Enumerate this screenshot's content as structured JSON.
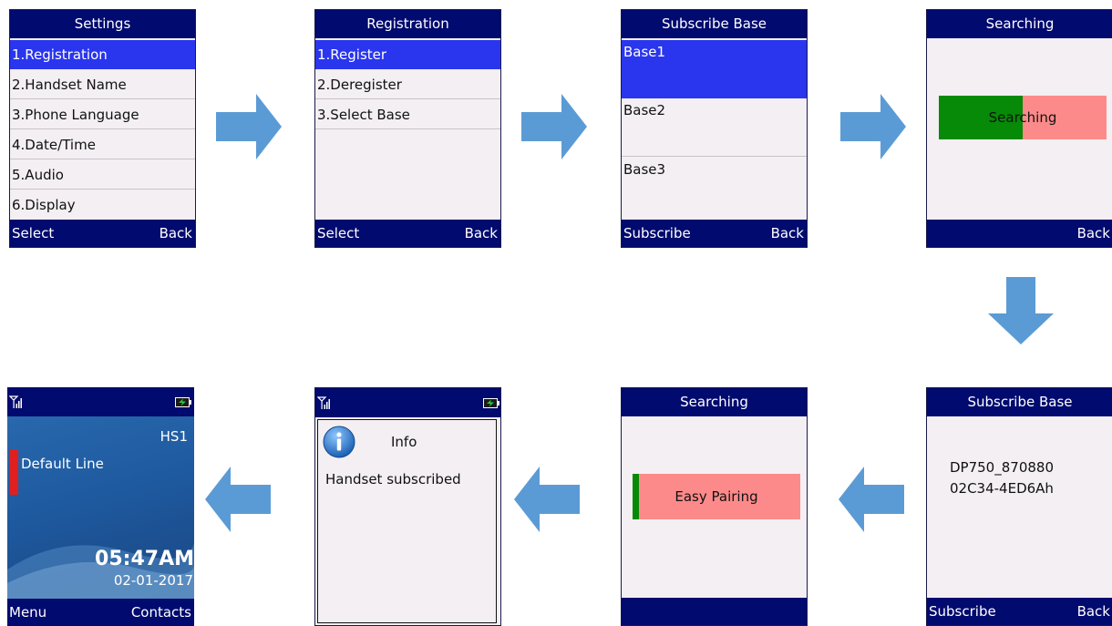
{
  "screens": {
    "settings": {
      "title": "Settings",
      "items": [
        "1.Registration",
        "2.Handset Name",
        "3.Phone Language",
        "4.Date/Time",
        "5.Audio",
        "6.Display"
      ],
      "soft_left": "Select",
      "soft_right": "Back"
    },
    "registration": {
      "title": "Registration",
      "items": [
        "1.Register",
        "2.Deregister",
        "3.Select Base"
      ],
      "soft_left": "Select",
      "soft_right": "Back"
    },
    "subscribe_base": {
      "title": "Subscribe Base",
      "items": [
        "Base1",
        "Base2",
        "Base3"
      ],
      "soft_left": "Subscribe",
      "soft_right": "Back"
    },
    "searching": {
      "title": "Searching",
      "progress_text": "Searching",
      "progress_fraction": 0.5,
      "soft_right": "Back"
    },
    "subscribe_found": {
      "title": "Subscribe Base",
      "base_name": "DP750_870880",
      "base_id": "02C34-4ED6Ah",
      "soft_left": "Subscribe",
      "soft_right": "Back"
    },
    "easy_pairing": {
      "title": "Searching",
      "progress_text": "Easy Pairing",
      "progress_fraction": 0.04
    },
    "info": {
      "title": "Info",
      "message": "Handset subscribed"
    },
    "idle": {
      "handset": "HS1",
      "line": "Default Line",
      "time": "05:47AM",
      "date": "02-01-2017",
      "soft_left": "Menu",
      "soft_right": "Contacts"
    }
  },
  "colors": {
    "bar": "#010a6e",
    "selected": "#2a35ee",
    "screen_bg": "#f3eff3",
    "arrow": "#5b9bd5",
    "progress_green": "#078a07",
    "progress_pink": "#fd8a8a"
  },
  "icons": [
    "signal-icon",
    "battery-icon",
    "info-icon",
    "arrow-right-icon",
    "arrow-down-icon",
    "arrow-left-icon"
  ]
}
